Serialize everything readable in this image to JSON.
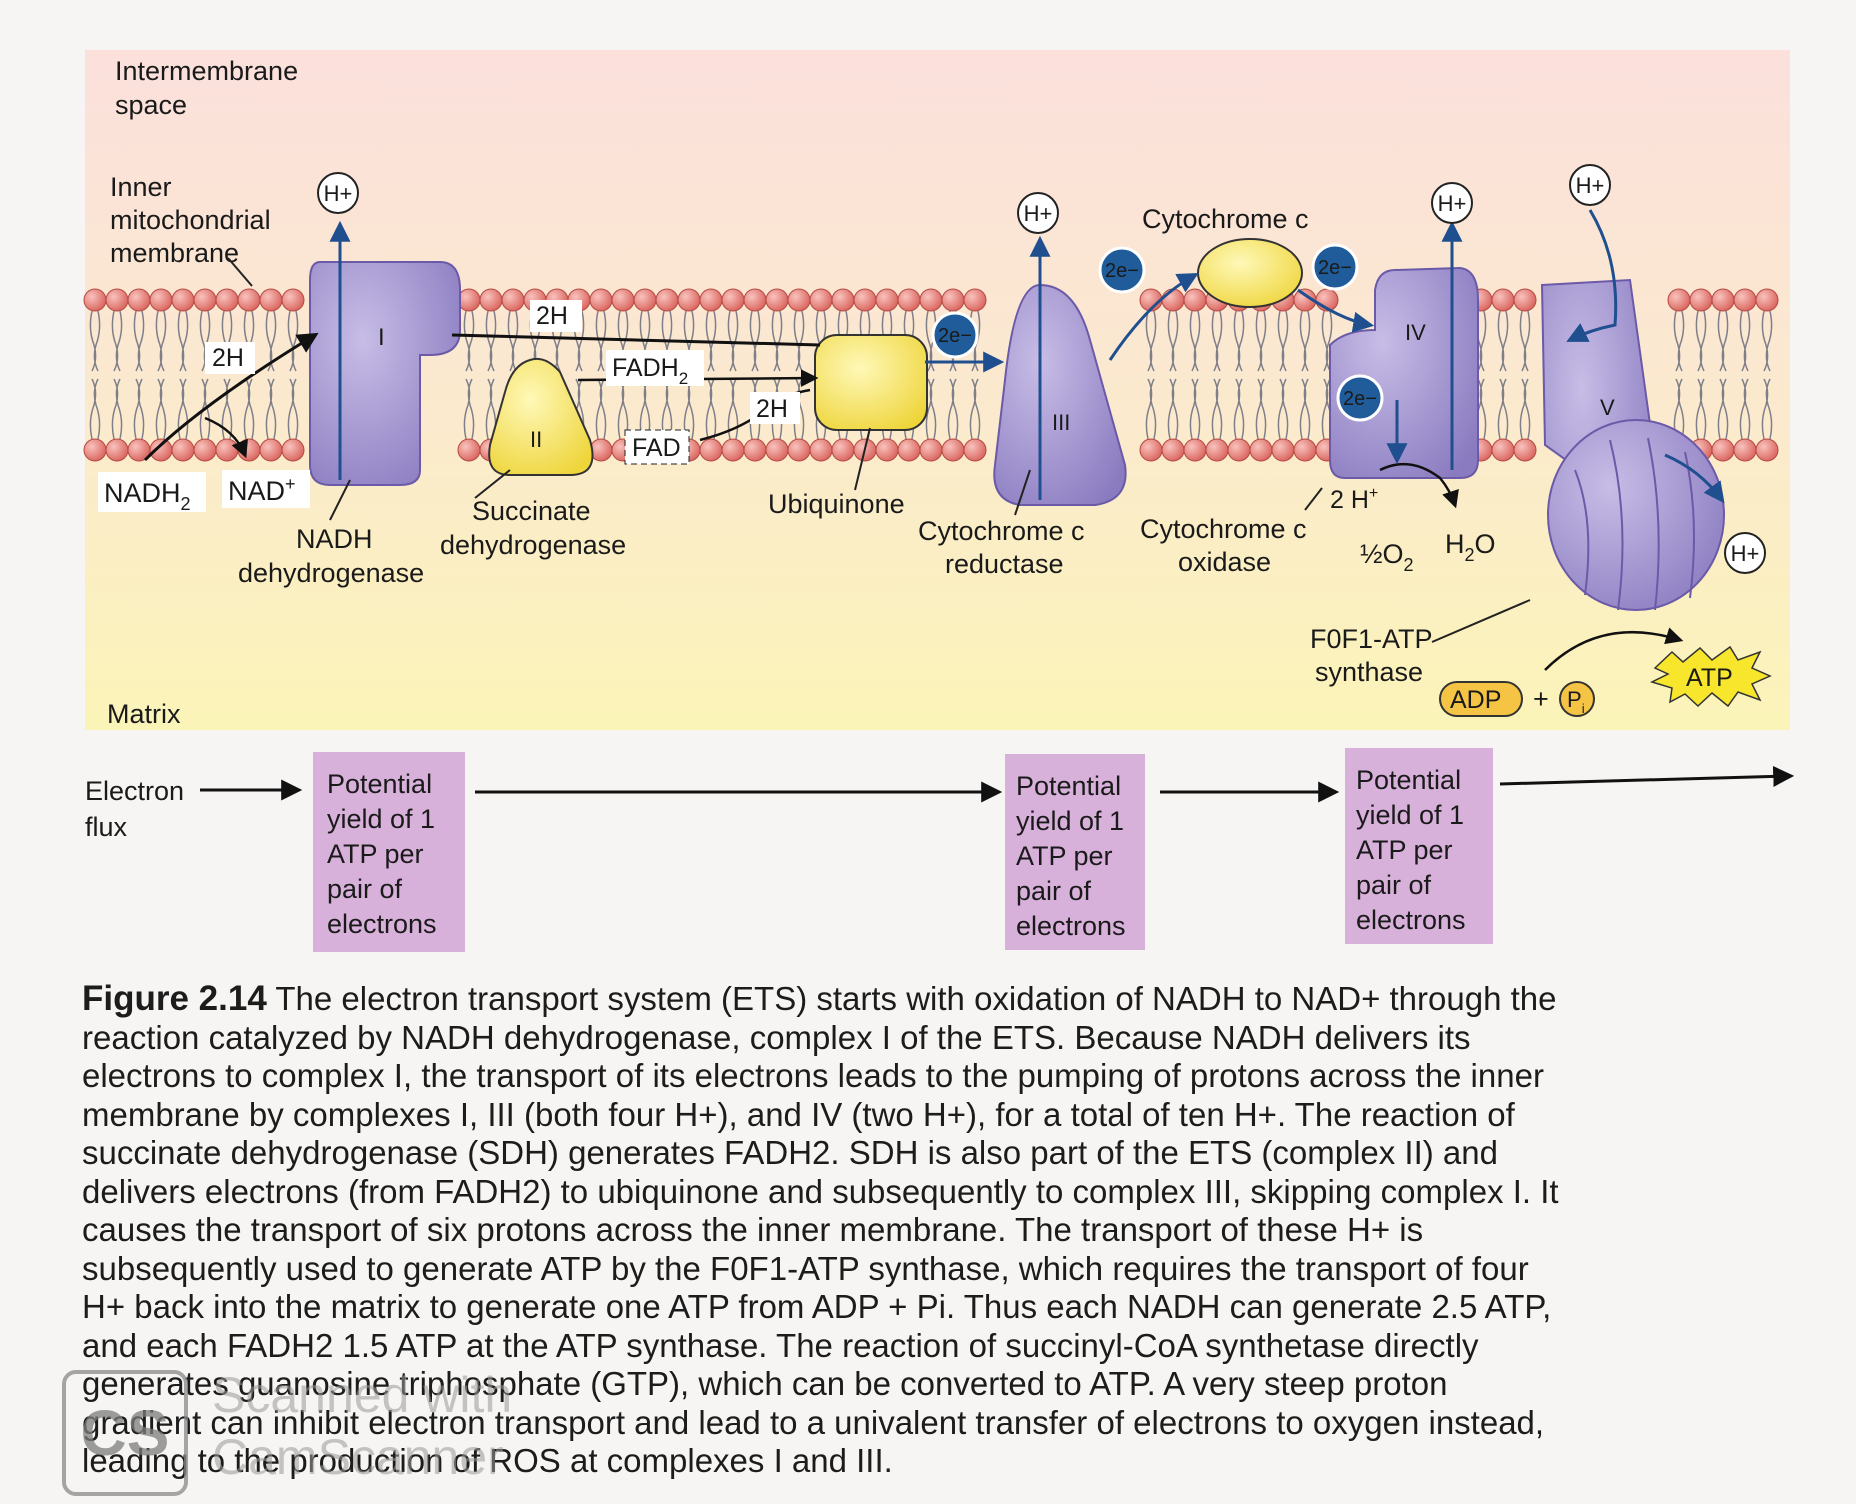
{
  "regions": {
    "intermembrane_space": "Intermembrane space",
    "inner_membrane": "Inner mitochondrial membrane",
    "matrix": "Matrix"
  },
  "substrates": {
    "nadh2": "NADH2",
    "nad_plus": "NAD+",
    "two_h_left": "2H",
    "two_h_top": "2H",
    "fadh2": "FADH2",
    "fad": "FAD",
    "two_h_mid": "2H",
    "two_h_plus": "2 H+",
    "half_o2": "½O2",
    "h2o": "H2O",
    "adp": "ADP",
    "plus": "+",
    "pi": "Pi",
    "atp": "ATP"
  },
  "complexes": {
    "c1": {
      "roman": "I",
      "label": "NADH dehydrogenase"
    },
    "c2": {
      "roman": "II",
      "label": "Succinate dehydrogenase"
    },
    "ubiquinone": {
      "label": "Ubiquinone"
    },
    "c3": {
      "roman": "III",
      "label": "Cytochrome c reductase"
    },
    "cytc": {
      "label": "Cytochrome c"
    },
    "c4": {
      "roman": "IV",
      "label": "Cytochrome c oxidase"
    },
    "c5": {
      "roman": "V",
      "label": "F0F1-ATP synthase"
    }
  },
  "carriers": {
    "electron": "2e−",
    "proton": "H+"
  },
  "flux": {
    "label": "Electron flux",
    "box_text": [
      "Potential",
      "yield of 1",
      "ATP per",
      "pair of",
      "electrons"
    ]
  },
  "colors": {
    "membrane_bead": "#e8857f",
    "protein_purple": "#9b8cc8",
    "yellow_protein": "#f5e35a",
    "electron_blue": "#1f5c99",
    "yield_box": "#d9b3dc",
    "background_top": "#fbe0dc",
    "background_bottom": "#fbf4b8"
  },
  "caption": {
    "figure_label": "Figure 2.14",
    "text": "The electron transport system (ETS) starts with oxidation of NADH to NAD+ through the reaction catalyzed by NADH dehydrogenase, complex I of the ETS. Because NADH delivers its electrons to complex I, the transport of its electrons leads to the pumping of protons across the inner membrane by complexes I, III (both four H+), and IV (two H+), for a total of ten H+. The reaction of succinate dehydrogenase (SDH) generates FADH2. SDH is also part of the ETS (complex II) and delivers electrons (from FADH2) to ubiquinone and subsequently to complex III, skipping complex I. It causes the transport of six protons across the inner membrane. The transport of these H+ is subsequently used to generate ATP by the F0F1-ATP synthase, which requires the transport of four H+ back into the matrix to generate one ATP from ADP + Pi. Thus each NADH can generate 2.5 ATP, and each FADH2 1.5 ATP at the ATP synthase. The reaction of succinyl-CoA synthetase directly generates guanosine triphosphate (GTP), which can be converted to ATP. A very steep proton gradient can inhibit electron transport and lead to a univalent transfer of electrons to oxygen instead, leading to the production of ROS at complexes I and III."
  },
  "watermark": {
    "logo": "CS",
    "line1": "Scanned with",
    "line2": "CamScanner"
  }
}
